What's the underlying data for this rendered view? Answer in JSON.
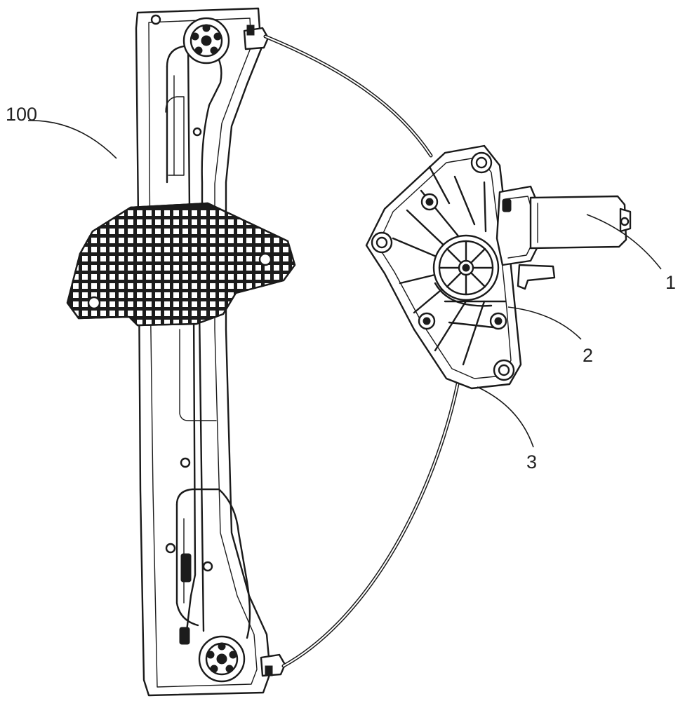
{
  "figure": {
    "labels": {
      "assembly": "100",
      "motor": "1",
      "drive_housing": "2",
      "mounting_bracket": "3"
    }
  }
}
